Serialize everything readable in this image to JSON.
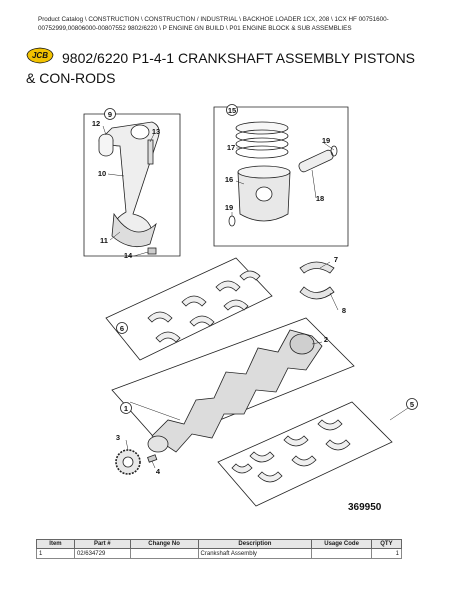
{
  "breadcrumb": "Product Catalog \\ CONSTRUCTION \\ CONSTRUCTION / INDUSTRIAL \\ BACKHOE LOADER 1CX, 208 \\ 1CX HF 00751600-00752999,00806000-00807552 9802/6220 \\ P ENGINE GN BUILD \\ P01 ENGINE BLOCK & SUB ASSEMBLIES",
  "logo_text": "JCB",
  "title": "9802/6220 P1-4-1 CRANKSHAFT ASSEMBLY PISTONS & CON-RODS",
  "diagram": {
    "reference_number": "369950",
    "callouts": [
      "9",
      "12",
      "13",
      "10",
      "11",
      "14",
      "15",
      "17",
      "19",
      "16",
      "19",
      "18",
      "7",
      "8",
      "6",
      "2",
      "1",
      "3",
      "4",
      "5"
    ]
  },
  "parts_table": {
    "headers": [
      "Item",
      "Part #",
      "Change No",
      "Description",
      "Usage Code",
      "QTY"
    ],
    "rows": [
      [
        "1",
        "02/634729",
        "",
        "Crankshaft Assembly",
        "",
        "1"
      ]
    ]
  },
  "colors": {
    "logo_yellow": "#f2c200",
    "header_gray": "#e6e6e6"
  }
}
